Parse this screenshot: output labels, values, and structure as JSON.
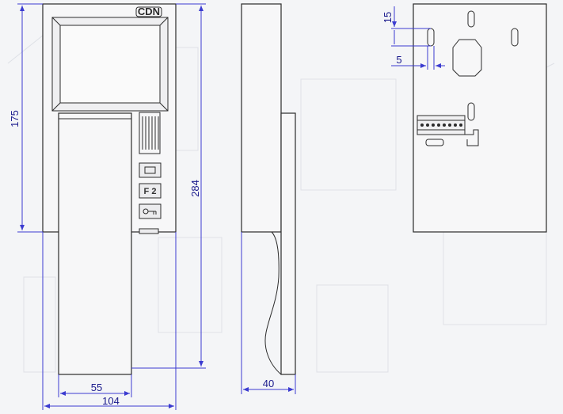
{
  "brand": {
    "logo_text": "CDN"
  },
  "front_view": {
    "buttons": [
      {
        "label": "",
        "icon": "square-icon"
      },
      {
        "label": "F 2",
        "icon": ""
      },
      {
        "label": "",
        "icon": "key-icon"
      }
    ]
  },
  "dimensions": {
    "height_lower": "175",
    "total_height": "284",
    "handset_width": "55",
    "total_width": "104",
    "depth": "40",
    "mount_offset_top": "15",
    "mount_offset_side": "5"
  },
  "colors": {
    "dimension_lines": "#3b3bd0",
    "dimension_text": "#1a1a8c",
    "outline": "#2b2b2b",
    "background": "#f4f5f7"
  }
}
